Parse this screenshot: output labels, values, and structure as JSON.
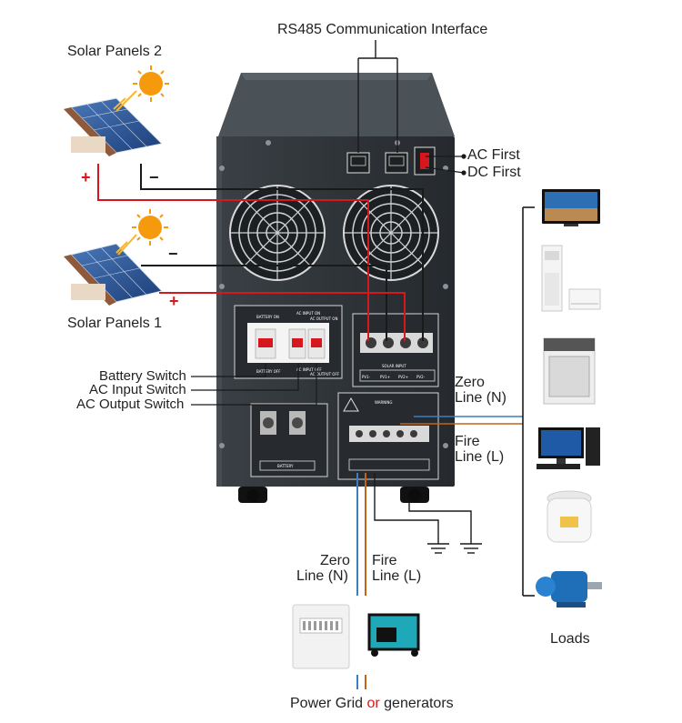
{
  "labels": {
    "rs485": "RS485 Communication Interface",
    "solar_panels_2": "Solar Panels 2",
    "solar_panels_1": "Solar Panels 1",
    "ac_first": "AC First",
    "dc_first": "DC First",
    "battery_switch": "Battery Switch",
    "ac_input_switch": "AC Input Switch",
    "ac_output_switch": "AC Output Switch",
    "zero_line_right_1": "Zero",
    "zero_line_right_2": "Line (N)",
    "fire_line_right_1": "Fire",
    "fire_line_right_2": "Line (L)",
    "zero_line_bottom_1": "Zero",
    "zero_line_bottom_2": "Line (N)",
    "fire_line_bottom_1": "Fire",
    "fire_line_bottom_2": "Line (L)",
    "loads": "Loads",
    "power_grid": "Power Grid ",
    "or": "or",
    "generators": " generators",
    "plus": "+",
    "minus": "−"
  },
  "panel_text": {
    "battery_on": "BATTERY ON",
    "battery_off": "BATTERY OFF",
    "ac_input_on": "AC INPUT ON",
    "ac_output_on": "AC OUTPUT ON",
    "ac_input_off": "AC INPUT OFF",
    "ac_output_off": "AC OUTPUT OFF",
    "solar_input": "SOLAR INPUT",
    "pv1_minus": "PV1-",
    "pv1_plus": "PV1+",
    "pv2_plus": "PV2+",
    "pv2_minus": "PV2-",
    "warning": "WARNING",
    "battery": "BATTERY"
  },
  "colors": {
    "positive_wire": "#d6181e",
    "negative_wire": "#1a1a1a",
    "zero_line_wire": "#3a7fc1",
    "fire_line_wire": "#c0641c",
    "cabinet": "#2f3438",
    "emphasis_text": "#d6181e"
  }
}
